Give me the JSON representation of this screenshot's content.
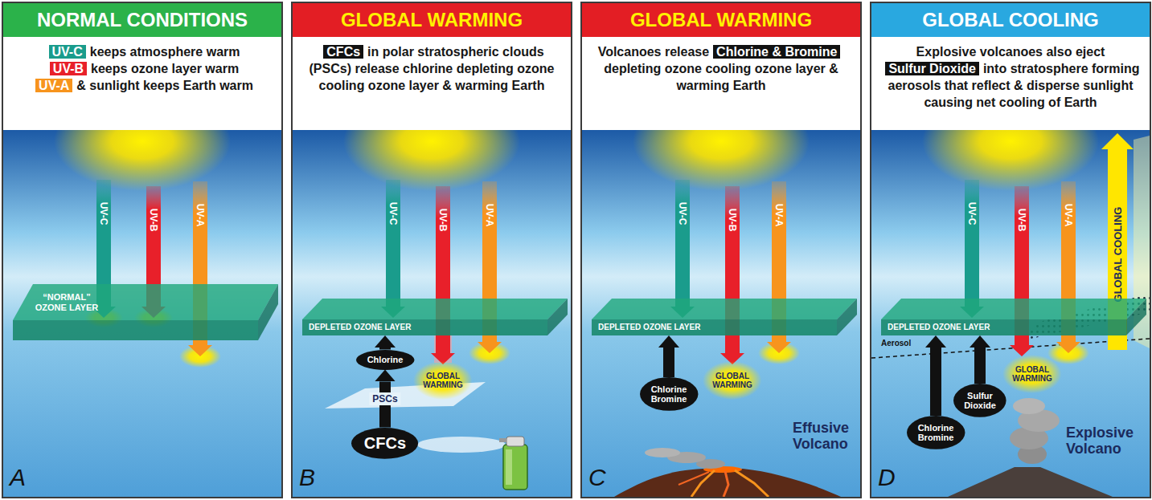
{
  "diagram": {
    "nodes": [
      {
        "text": [
          "NORMAL CONDITIONS"
        ]
      },
      {
        "text": [
          "UV-C",
          "keeps atmosphere warm",
          "UV-B",
          "keeps ozone layer warm",
          "UV-A",
          "& sunlight keeps Earth warm"
        ],
        "in": 0
      },
      {
        "text": [
          "UV-C"
        ],
        "in": 0
      },
      {
        "text": [
          "UV-B"
        ],
        "in": 0
      },
      {
        "text": [
          "UV-A"
        ],
        "in": 0
      },
      {
        "text": [
          "“NORMAL” OZONE LAYER"
        ],
        "in": 0
      },
      {
        "text": [
          "GLOBAL WARMING"
        ]
      },
      {
        "text": [
          "CFCs",
          "in polar stratospheric clouds (PSCs) release chlorine depleting ozone cooling ozone layer & warming Earth"
        ],
        "in": 6
      },
      {
        "text": [
          "UV-C"
        ],
        "in": 6
      },
      {
        "text": [
          "UV-B"
        ],
        "in": 6
      },
      {
        "text": [
          "UV-A"
        ],
        "in": 6
      },
      {
        "text": [
          "DEPLETED OZONE LAYER"
        ],
        "in": 6
      },
      {
        "text": [
          "Chlorine"
        ],
        "in": 6
      },
      {
        "text": [
          "GLOBAL WARMING"
        ],
        "in": 6
      },
      {
        "text": [
          "CFCs"
        ],
        "in": 6
      },
      {
        "text": [
          "GLOBAL WARMING"
        ]
      },
      {
        "text": [
          "Volcanoes release",
          "Chlorine & Bromine",
          "depleting ozone cooling ozone layer & warming Earth"
        ],
        "in": 15
      },
      {
        "text": [
          "UV-C"
        ],
        "in": 15
      },
      {
        "text": [
          "UV-B"
        ],
        "in": 15
      },
      {
        "text": [
          "UV-A"
        ],
        "in": 15
      },
      {
        "text": [
          "DEPLETED OZONE LAYER"
        ],
        "in": 15
      },
      {
        "text": [
          "GLOBAL WARMING"
        ],
        "in": 15
      },
      {
        "text": [
          "Chlorine Bromine"
        ],
        "in": 15
      },
      {
        "text": [
          "GLOBAL COOLING"
        ]
      },
      {
        "text": [
          "Explosive volcanoes also eject",
          "Sulfur Dioxide",
          "into stratosphere forming aerosols that reflect & disperse sunlight causing net cooling of Earth"
        ],
        "in": 23
      },
      {
        "text": [
          "UV-C"
        ],
        "in": 23
      },
      {
        "text": [
          "UV-B"
        ],
        "in": 23
      },
      {
        "text": [
          "UV-A"
        ],
        "in": 23
      },
      {
        "text": [
          "GLOBAL COOLING"
        ],
        "in": 23
      },
      {
        "text": [
          "DEPLETED OZONE LAYER"
        ],
        "in": 23
      },
      {
        "text": [
          "GLOBAL WARMING"
        ],
        "in": 23
      },
      {
        "text": [
          "Chlorine Bromine"
        ],
        "in": 23
      },
      {
        "text": [
          "Sulfur Dioxide"
        ],
        "in": 23
      }
    ],
    "edges": [
      {
        "from": 14,
        "to": 12,
        "arrow": "to",
        "label": "PSCs"
      },
      {
        "from": 12,
        "to": 11,
        "arrow": "to"
      },
      {
        "from": 22,
        "to": 20,
        "arrow": "to"
      },
      {
        "from": 31,
        "to": 29,
        "arrow": "to"
      },
      {
        "from": 32,
        "to": 29,
        "arrow": "to"
      }
    ],
    "labels": [
      "A",
      "B",
      "Effusive Volcano",
      "C",
      "Aerosol",
      "Explosive Volcano",
      "D"
    ]
  }
}
